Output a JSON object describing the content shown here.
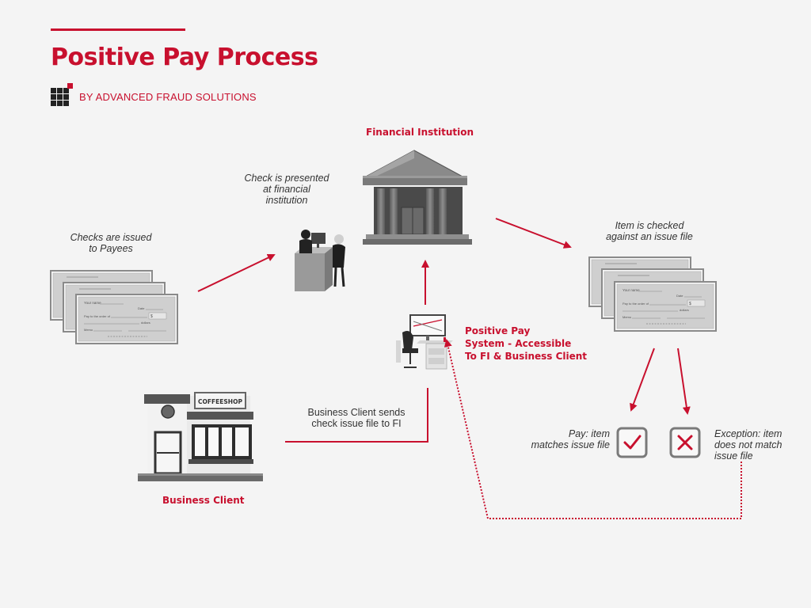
{
  "header": {
    "title": "Positive Pay Process",
    "byline": "BY ADVANCED FRAUD SOLUTIONS"
  },
  "nodes": {
    "financial_institution": "Financial Institution",
    "positive_pay_system": [
      "Positive Pay",
      "System - Accessible",
      "To FI & Business Client"
    ],
    "business_client": "Business Client",
    "storefront_sign": "COFFEESHOP"
  },
  "notes": {
    "checks_issued": [
      "Checks are issued",
      "to Payees"
    ],
    "check_presented": [
      "Check is presented",
      "at financial",
      "institution"
    ],
    "item_checked": [
      "Item is checked",
      "against an issue file"
    ],
    "client_sends": [
      "Business Client sends",
      "check issue file to FI"
    ],
    "pay": [
      "Pay: item",
      "matches issue file"
    ],
    "exception": [
      "Exception: item",
      "does not match",
      "issue file"
    ]
  },
  "check": {
    "your_name": "Your name",
    "date": "Date",
    "pay_to": "Pay to the order of",
    "dollars": "dollars",
    "memo": "Memo",
    "dollar_sign": "$"
  },
  "colors": {
    "accent": "#c8102e",
    "icon_gray": "#777777",
    "background": "#f4f4f4"
  },
  "icons": {
    "brand": "grid-logo",
    "bank": "bank-building-icon",
    "teller": "teller-counter-icon",
    "workstation": "computer-desk-icon",
    "store": "storefront-icon",
    "pay": "checkmark-box-icon",
    "exception": "x-box-icon"
  }
}
